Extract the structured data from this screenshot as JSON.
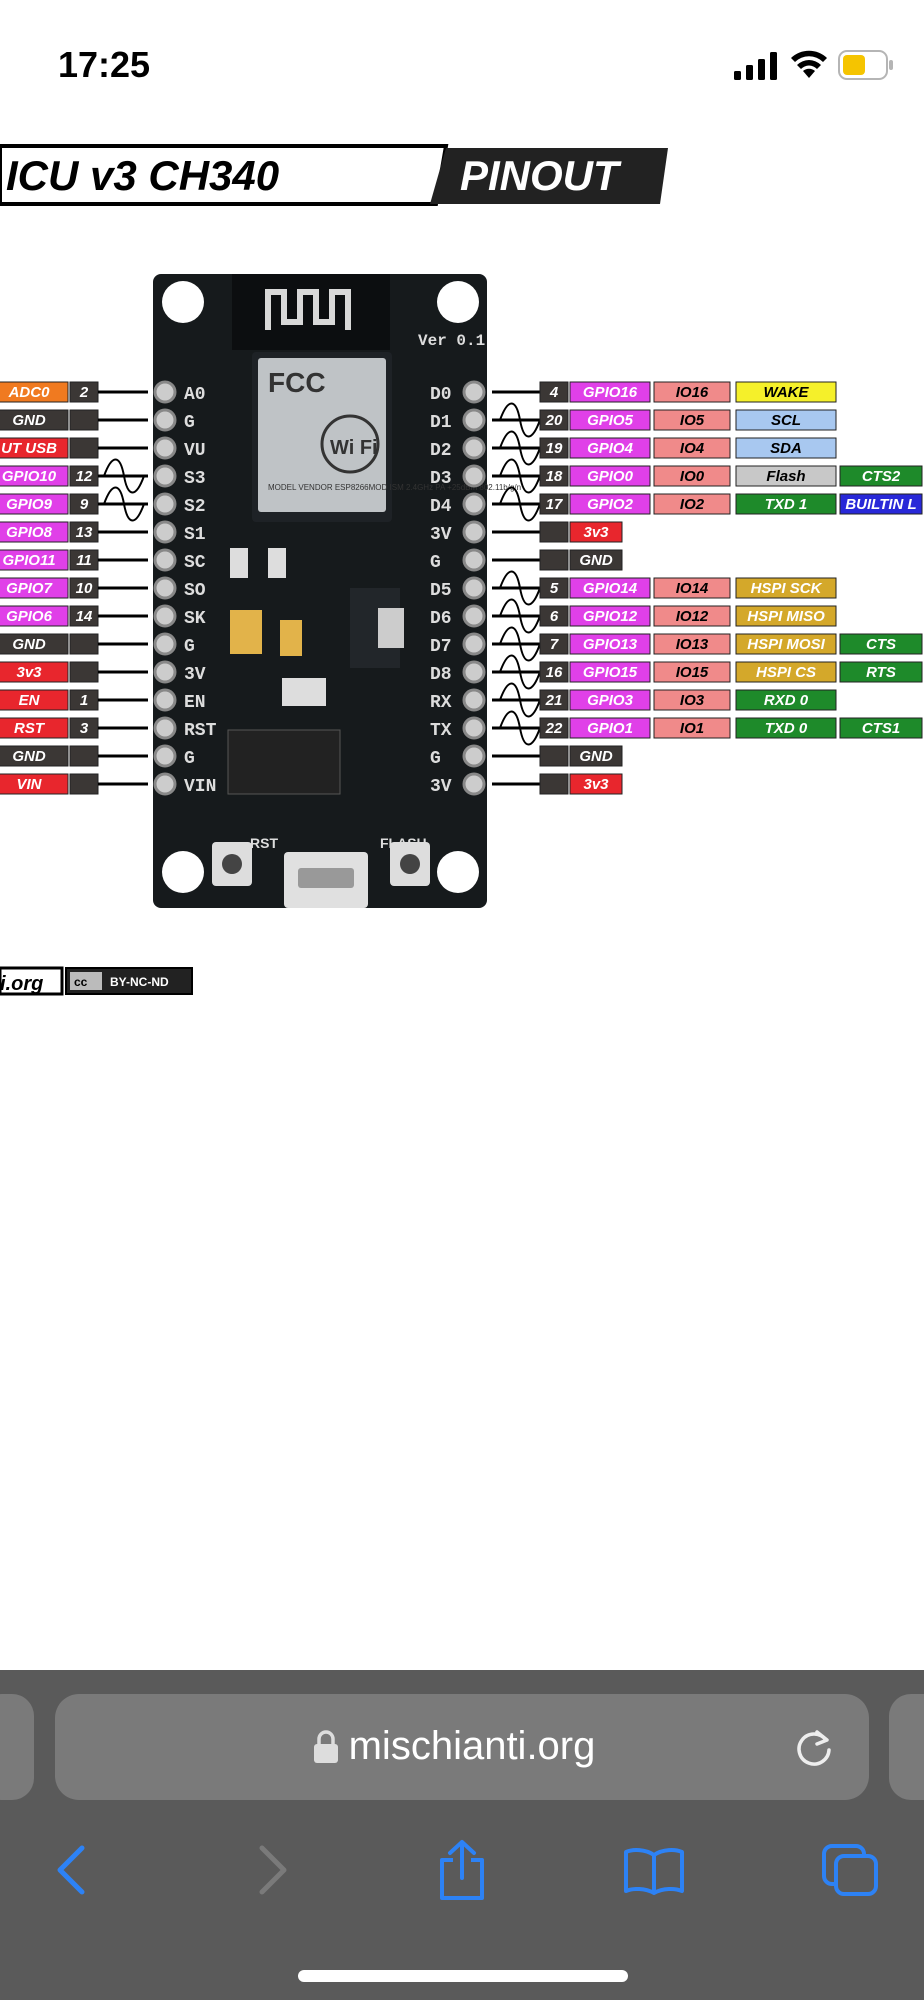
{
  "status": {
    "time": "17:25"
  },
  "browser": {
    "url": "mischianti.org"
  },
  "diagram": {
    "title_left": "ICU v3 CH340",
    "title_right": "PINOUT",
    "version_label": "Ver 0.1",
    "footer_site": "i.org",
    "license": "BY-NC-ND",
    "license_cc": "cc",
    "chip_text": [
      "FCC",
      "Wi Fi",
      "MODEL VENDOR ESP8266MOD ISM 2.4GHz PA +25dBm 802.11b/g/n"
    ],
    "board_buttons": {
      "left": "RST",
      "right": "FLASH"
    },
    "left_pins": [
      {
        "silk": "A0",
        "num": "2",
        "func": "ADC0",
        "color": "#f07a20",
        "wave": false
      },
      {
        "silk": "G",
        "num": "",
        "func": "GND",
        "color": "#3b3735",
        "wave": false
      },
      {
        "silk": "VU",
        "num": "",
        "func": "UT USB",
        "color": "#e8262d",
        "wave": false
      },
      {
        "silk": "S3",
        "num": "12",
        "func": "GPIO10",
        "color": "#e040e8",
        "wave": true
      },
      {
        "silk": "S2",
        "num": "9",
        "func": "GPIO9",
        "color": "#e040e8",
        "wave": true
      },
      {
        "silk": "S1",
        "num": "13",
        "func": "GPIO8",
        "color": "#e040e8",
        "wave": false
      },
      {
        "silk": "SC",
        "num": "11",
        "func": "GPIO11",
        "color": "#e040e8",
        "wave": false
      },
      {
        "silk": "SO",
        "num": "10",
        "func": "GPIO7",
        "color": "#e040e8",
        "wave": false
      },
      {
        "silk": "SK",
        "num": "14",
        "func": "GPIO6",
        "color": "#e040e8",
        "wave": false
      },
      {
        "silk": "G",
        "num": "",
        "func": "GND",
        "color": "#3b3735",
        "wave": false
      },
      {
        "silk": "3V",
        "num": "",
        "func": "3v3",
        "color": "#e8262d",
        "wave": false
      },
      {
        "silk": "EN",
        "num": "1",
        "func": "EN",
        "color": "#e8262d",
        "wave": false
      },
      {
        "silk": "RST",
        "num": "3",
        "func": "RST",
        "color": "#e8262d",
        "wave": false
      },
      {
        "silk": "G",
        "num": "",
        "func": "GND",
        "color": "#3b3735",
        "wave": false
      },
      {
        "silk": "VIN",
        "num": "",
        "func": "VIN",
        "color": "#e8262d",
        "wave": false
      }
    ],
    "right_pins": [
      {
        "silk": "D0",
        "num": "4",
        "gpio": "GPIO16",
        "io": "IO16",
        "f1": "WAKE",
        "f1c": "#f5f02a",
        "f1t": "#000",
        "f2": "",
        "f2c": "",
        "f2t": "",
        "wave": false
      },
      {
        "silk": "D1",
        "num": "20",
        "gpio": "GPIO5",
        "io": "IO5",
        "f1": "SCL",
        "f1c": "#a8c8f0",
        "f1t": "#000",
        "f2": "",
        "f2c": "",
        "f2t": "",
        "wave": true
      },
      {
        "silk": "D2",
        "num": "19",
        "gpio": "GPIO4",
        "io": "IO4",
        "f1": "SDA",
        "f1c": "#a8c8f0",
        "f1t": "#000",
        "f2": "",
        "f2c": "",
        "f2t": "",
        "wave": true
      },
      {
        "silk": "D3",
        "num": "18",
        "gpio": "GPIO0",
        "io": "IO0",
        "f1": "Flash",
        "f1c": "#c8c8c8",
        "f1t": "#000",
        "f2": "CTS2",
        "f2c": "#1e8a2a",
        "f2t": "#fff",
        "wave": true
      },
      {
        "silk": "D4",
        "num": "17",
        "gpio": "GPIO2",
        "io": "IO2",
        "f1": "TXD 1",
        "f1c": "#1e8a2a",
        "f1t": "#fff",
        "f2": "BUILTIN L",
        "f2c": "#2828d8",
        "f2t": "#fff",
        "wave": true
      },
      {
        "silk": "3V",
        "num": "",
        "gpio": "3v3",
        "io": "",
        "f1": "",
        "f1c": "",
        "f1t": "",
        "f2": "",
        "f2c": "",
        "f2t": "",
        "wave": false,
        "power": "#e8262d"
      },
      {
        "silk": "G",
        "num": "",
        "gpio": "GND",
        "io": "",
        "f1": "",
        "f1c": "",
        "f1t": "",
        "f2": "",
        "f2c": "",
        "f2t": "",
        "wave": false,
        "power": "#3b3735"
      },
      {
        "silk": "D5",
        "num": "5",
        "gpio": "GPIO14",
        "io": "IO14",
        "f1": "HSPI SCK",
        "f1c": "#d4a82a",
        "f1t": "#fff",
        "f2": "",
        "f2c": "",
        "f2t": "",
        "wave": true
      },
      {
        "silk": "D6",
        "num": "6",
        "gpio": "GPIO12",
        "io": "IO12",
        "f1": "HSPI MISO",
        "f1c": "#d4a82a",
        "f1t": "#fff",
        "f2": "",
        "f2c": "",
        "f2t": "",
        "wave": true
      },
      {
        "silk": "D7",
        "num": "7",
        "gpio": "GPIO13",
        "io": "IO13",
        "f1": "HSPI MOSI",
        "f1c": "#d4a82a",
        "f1t": "#fff",
        "f2": "CTS",
        "f2c": "#1e8a2a",
        "f2t": "#fff",
        "wave": true
      },
      {
        "silk": "D8",
        "num": "16",
        "gpio": "GPIO15",
        "io": "IO15",
        "f1": "HSPI CS",
        "f1c": "#d4a82a",
        "f1t": "#fff",
        "f2": "RTS",
        "f2c": "#1e8a2a",
        "f2t": "#fff",
        "wave": true
      },
      {
        "silk": "RX",
        "num": "21",
        "gpio": "GPIO3",
        "io": "IO3",
        "f1": "RXD 0",
        "f1c": "#1e8a2a",
        "f1t": "#fff",
        "f2": "",
        "f2c": "",
        "f2t": "",
        "wave": true
      },
      {
        "silk": "TX",
        "num": "22",
        "gpio": "GPIO1",
        "io": "IO1",
        "f1": "TXD 0",
        "f1c": "#1e8a2a",
        "f1t": "#fff",
        "f2": "CTS1",
        "f2c": "#1e8a2a",
        "f2t": "#fff",
        "wave": true
      },
      {
        "silk": "G",
        "num": "",
        "gpio": "GND",
        "io": "",
        "f1": "",
        "f1c": "",
        "f1t": "",
        "f2": "",
        "f2c": "",
        "f2t": "",
        "wave": false,
        "power": "#3b3735"
      },
      {
        "silk": "3V",
        "num": "",
        "gpio": "3v3",
        "io": "",
        "f1": "",
        "f1c": "",
        "f1t": "",
        "f2": "",
        "f2c": "",
        "f2t": "",
        "wave": false,
        "power": "#e8262d"
      }
    ]
  }
}
